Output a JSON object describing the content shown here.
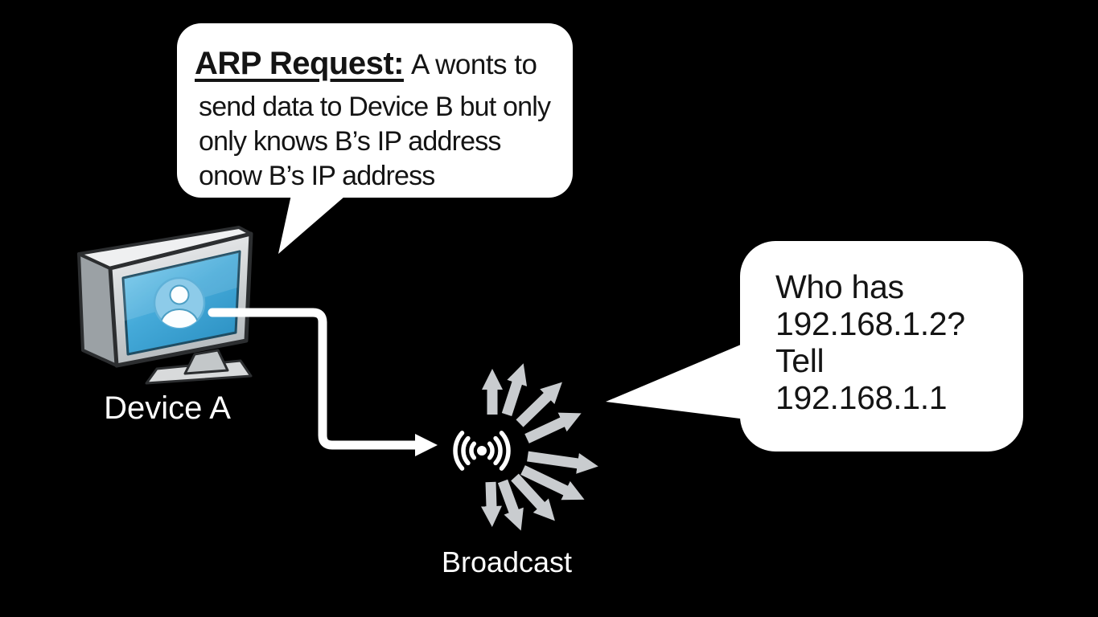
{
  "arp_bubble": {
    "title": "ARP Request:",
    "line1_rest": "A wonts to",
    "line2": "send data to Device B but only",
    "line3": "only knows B’s IP address",
    "line4": "onow B’s IP address"
  },
  "who_bubble": {
    "line1": "Who has",
    "line2": "192.168.1.2?",
    "line3": "Tell",
    "line4": "192.168.1.1"
  },
  "labels": {
    "device_a": "Device A",
    "broadcast": "Broadcast"
  },
  "icons": {
    "monitor": "monitor-icon",
    "avatar": "user-avatar-icon",
    "broadcast_signal": "broadcast-signal-icon",
    "radiating_arrows": "radiating-arrows-icon",
    "flow_arrow": "flow-arrow-icon",
    "speech_tail": "speech-bubble-tail"
  },
  "colors": {
    "background": "#000000",
    "bubble_bg": "#ffffff",
    "bubble_text": "#141414",
    "label_text": "#ffffff",
    "screen_blue": "#45aad9",
    "avatar_blue": "#8dcbe9",
    "monitor_gray": "#d2d5d7",
    "radiating_arrow_gray": "#c9cccf",
    "flow_arrow": "#ffffff"
  }
}
